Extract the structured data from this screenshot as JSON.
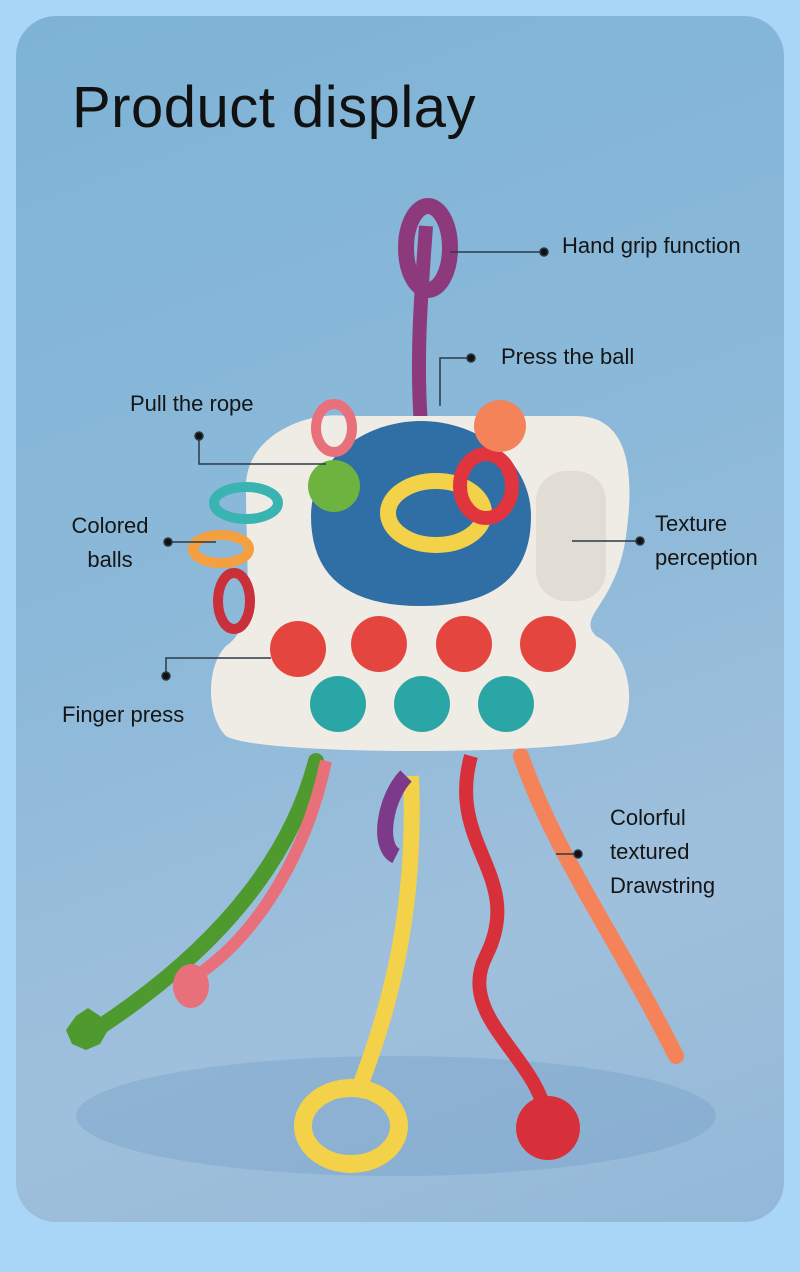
{
  "title": "Product display",
  "callouts": {
    "hand_grip": "Hand grip function",
    "press_ball": "Press the ball",
    "pull_rope": "Pull the rope",
    "colored_balls_1": "Colored",
    "colored_balls_2": "balls",
    "texture_1": "Texture",
    "texture_2": "perception",
    "finger_press": "Finger press",
    "drawstring_1": "Colorful",
    "drawstring_2": "textured",
    "drawstring_3": "Drawstring"
  },
  "colors": {
    "frame": "#a9d5f7",
    "card": "#8db9d9",
    "purple": "#8c3a7c",
    "green": "#4e9a2e",
    "yellow": "#f3d24a",
    "red": "#e0343e",
    "orange": "#f5835a",
    "teal": "#2aa6a6",
    "blue": "#2f6fa6"
  }
}
